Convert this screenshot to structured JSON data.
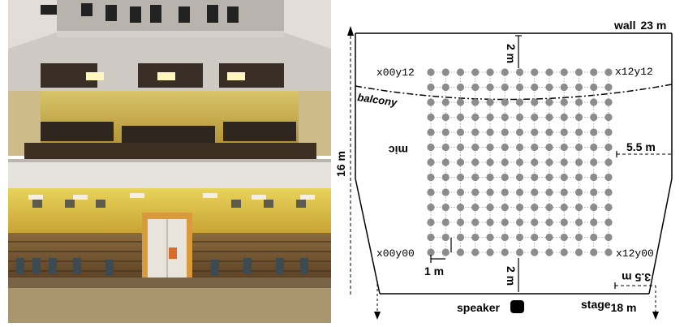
{
  "photo": {
    "description_icon": "auditorium-photo"
  },
  "diagram": {
    "wall_label": "wall",
    "wall_width": "23 m",
    "height_label": "16 m",
    "top_gap": "2 m",
    "bottom_gap": "2 m",
    "side_gap": "5.5 m",
    "stage_side_gap": "3.5 m",
    "grid_spacing": "1 m",
    "balcony_label": "balcony",
    "mic_label": "mic",
    "corner_top_left": "x00y12",
    "corner_top_right": "x12y12",
    "corner_bottom_left": "x00y00",
    "corner_bottom_right": "x12y00",
    "speaker_label": "speaker",
    "stage_label": "stage",
    "stage_width": "18 m",
    "grid_cols": 13,
    "grid_rows": 13,
    "colors": {
      "mic_dot": "#8c8c8c",
      "line": "#000000"
    }
  }
}
